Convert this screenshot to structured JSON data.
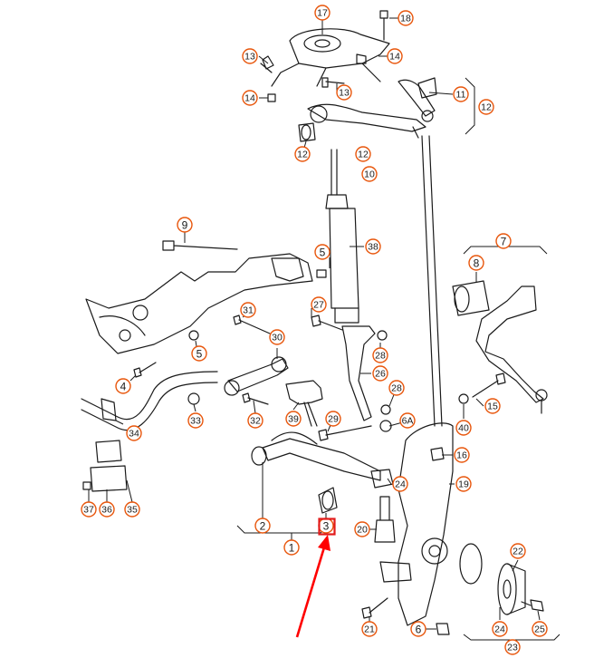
{
  "diagram": {
    "colors": {
      "callout_ring": "#e8560c",
      "highlight_box": "#e21b1b",
      "arrow": "#ff0000",
      "line": "#1a1a1a"
    },
    "highlighted_callout": "3",
    "callouts": [
      "17",
      "18",
      "13",
      "14",
      "13",
      "14",
      "12",
      "11",
      "12",
      "10",
      "12",
      "9",
      "5",
      "38",
      "7",
      "8",
      "27",
      "31",
      "30",
      "5",
      "28",
      "26",
      "4",
      "28",
      "6A",
      "40",
      "15",
      "33",
      "32",
      "39",
      "29",
      "34",
      "16",
      "24",
      "19",
      "2",
      "1",
      "3",
      "20",
      "37",
      "36",
      "35",
      "22",
      "21",
      "6",
      "24",
      "25",
      "23"
    ]
  }
}
